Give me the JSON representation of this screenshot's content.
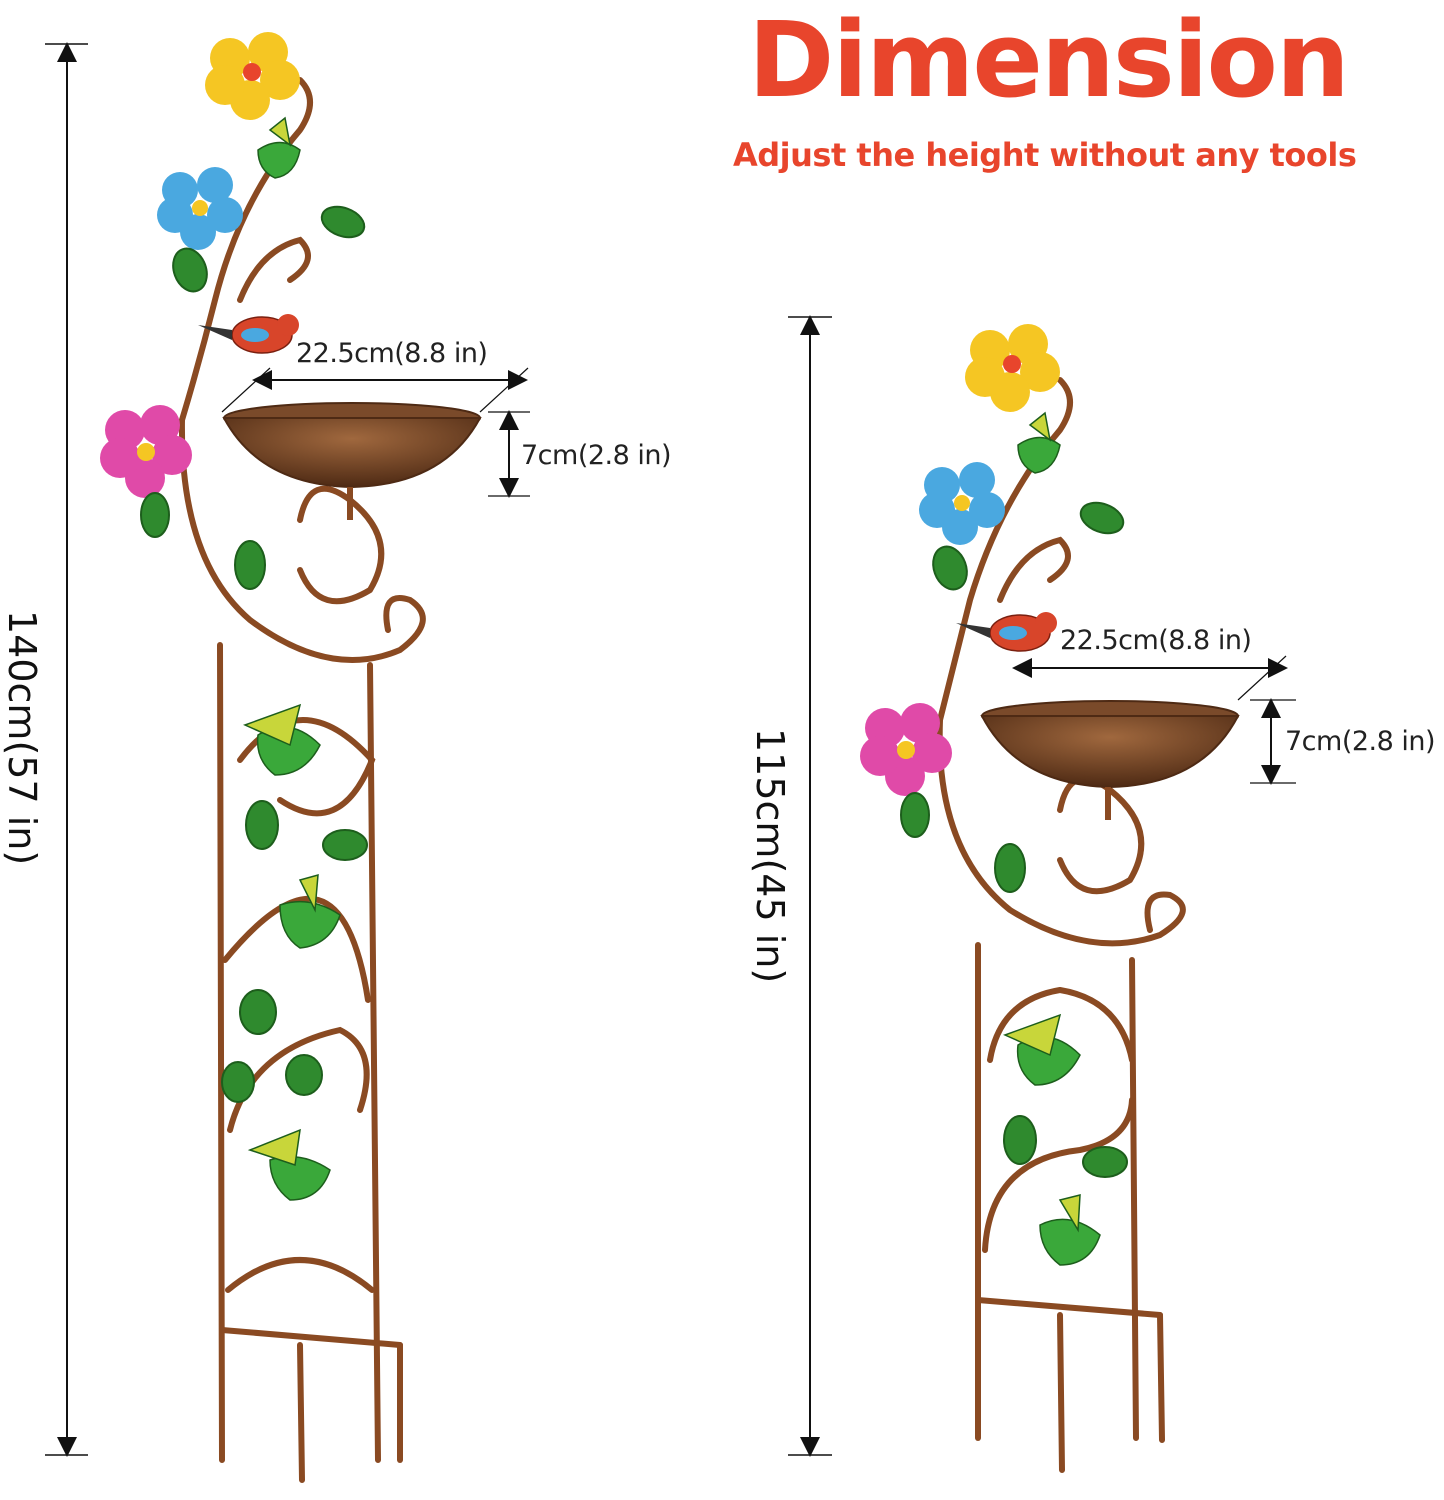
{
  "header": {
    "title": "Dimension",
    "subtitle": "Adjust the height without any tools"
  },
  "tall_stand": {
    "height_label": "140cm(57 in)",
    "bowl_width_label": "22.5cm(8.8 in)",
    "bowl_depth_label": "7cm(2.8 in)"
  },
  "short_stand": {
    "height_label": "115cm(45 in)",
    "bowl_width_label": "22.5cm(8.8 in)",
    "bowl_depth_label": "7cm(2.8 in)"
  },
  "colors": {
    "accent": "#e8452c",
    "metal": "#8a4a22",
    "bowl": "#6b3f24",
    "leaf": "#2f8a2e",
    "hummingbird": "#3aa83a",
    "flower_yellow": "#f5c623",
    "flower_blue": "#4aa8e0",
    "flower_pink": "#e04aa8",
    "bird_red": "#d8452a"
  }
}
